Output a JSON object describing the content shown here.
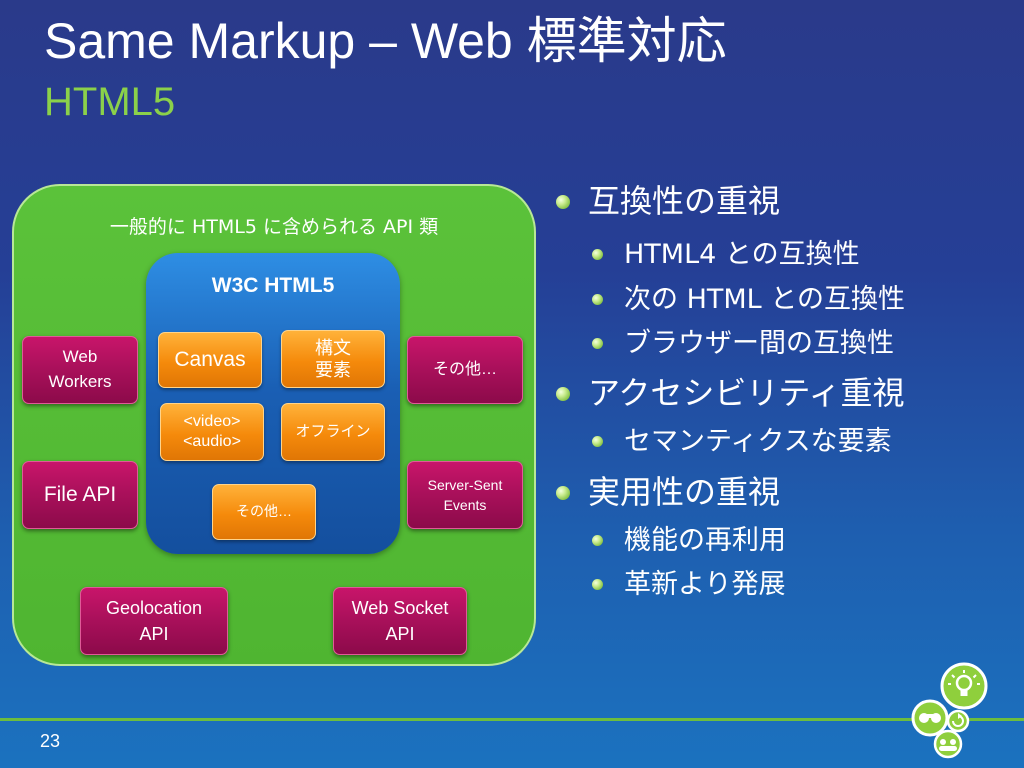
{
  "slide": {
    "title": "Same Markup – Web 標準対応",
    "subtitle": "HTML5",
    "page_number": "23"
  },
  "diagram": {
    "caption": "一般的に HTML5 に含められる API 類",
    "w3c_title": "W3C HTML5",
    "inner_items": {
      "canvas": "Canvas",
      "syntax_line1": "構文",
      "syntax_line2": "要素",
      "video": "<video>",
      "audio": "<audio>",
      "offline": "オフライン",
      "other": "その他…"
    },
    "outer_items": {
      "web_workers_line1": "Web",
      "web_workers_line2": "Workers",
      "file_api": "File API",
      "other": "その他…",
      "sse_line1": "Server-Sent",
      "sse_line2": "Events",
      "geo_line1": "Geolocation",
      "geo_line2": "API",
      "websocket_line1": "Web Socket",
      "websocket_line2": "API"
    }
  },
  "bullets": [
    {
      "level": 1,
      "text": "互換性の重視"
    },
    {
      "level": 2,
      "text": "HTML4 との互換性"
    },
    {
      "level": 2,
      "text": "次の HTML との互換性"
    },
    {
      "level": 2,
      "text": "ブラウザー間の互換性"
    },
    {
      "level": 1,
      "text": "アクセシビリティ重視"
    },
    {
      "level": 2,
      "text": "セマンティクスな要素"
    },
    {
      "level": 1,
      "text": "実用性の重視"
    },
    {
      "level": 2,
      "text": "機能の再利用"
    },
    {
      "level": 2,
      "text": "革新より発展"
    }
  ],
  "colors": {
    "accent_green": "#8bd14a",
    "box_green": "#52b833",
    "box_blue": "#1a5fb4",
    "box_orange": "#f58a0b",
    "box_maroon": "#a8105a"
  },
  "icons": [
    "lightbulb-icon",
    "binoculars-icon",
    "refresh-icon",
    "people-icon"
  ]
}
